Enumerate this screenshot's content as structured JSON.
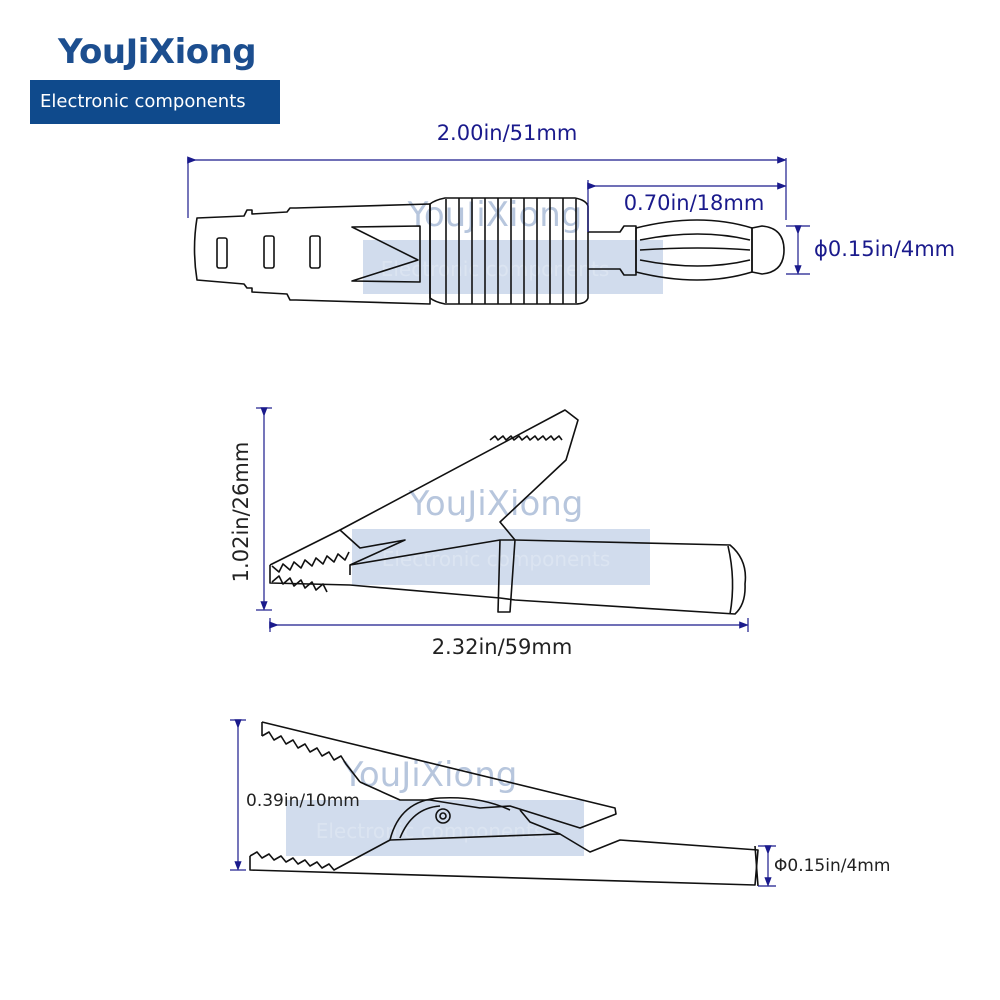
{
  "brand": {
    "name": "YouJiXiong",
    "subtitle": "Electronic components"
  },
  "watermark": {
    "name": "YouJiXiong",
    "subtitle": "Electronic components"
  },
  "plug": {
    "overall_length": "2.00in/51mm",
    "pin_length": "0.70in/18mm",
    "pin_diameter": "ϕ0.15in/4mm"
  },
  "clip_insulated": {
    "height": "1.02in/26mm",
    "length": "2.32in/59mm"
  },
  "clip_bare": {
    "jaw_opening": "0.39in/10mm",
    "tail_diameter": "Φ0.15in/4mm"
  },
  "colors": {
    "dimension": "#1a1a8c",
    "brand": "#0f4a8c",
    "watermark_box": "#c9d6ea",
    "watermark_text": "#b7c6dd"
  }
}
